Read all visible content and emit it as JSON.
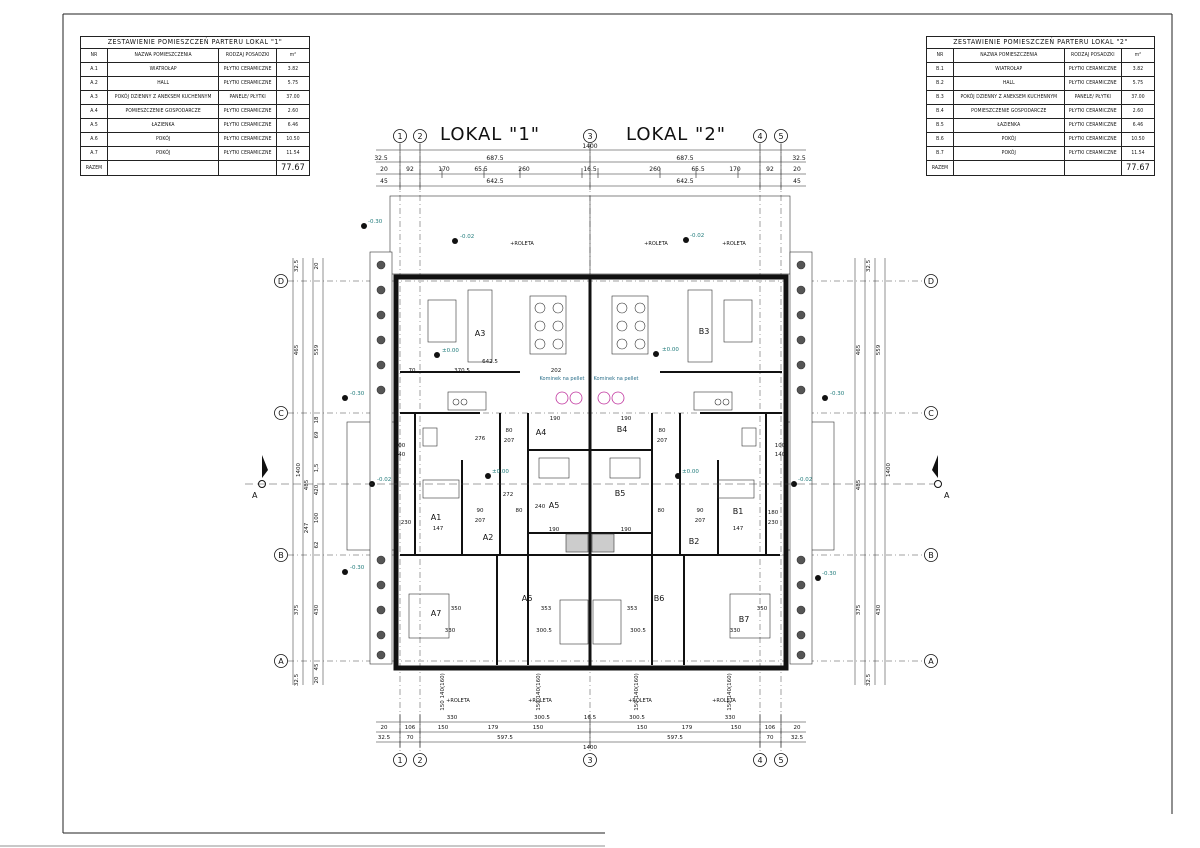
{
  "table1": {
    "title": "ZESTAWIENIE POMIESZCZEŃ PARTERU LOKAL \"1\"",
    "headers": [
      "NR",
      "NAZWA POMIESZCZENIA",
      "RODZAJ POSADZKI",
      "m²"
    ],
    "rows": [
      [
        "A.1",
        "WIATROŁAP",
        "PŁYTKI CERAMICZNE",
        "3.82"
      ],
      [
        "A.2",
        "HALL",
        "PŁYTKI CERAMICZNE",
        "5.75"
      ],
      [
        "A.3",
        "POKÓJ DZIENNY Z ANEKSEM KUCHENNYM",
        "PANELE/ PŁYTKI",
        "37.00"
      ],
      [
        "A.4",
        "POMIESZCZENIE GOSPODARCZE",
        "PŁYTKI CERAMICZNE",
        "2.60"
      ],
      [
        "A.5",
        "ŁAZIENKA",
        "PŁYTKI CERAMICZNE",
        "6.46"
      ],
      [
        "A.6",
        "POKÓJ",
        "PŁYTKI CERAMICZNE",
        "10.50"
      ],
      [
        "A.7",
        "POKÓJ",
        "PŁYTKI CERAMICZNE",
        "11.54"
      ]
    ],
    "total_label": "RAZEM",
    "total": "77.67"
  },
  "table2": {
    "title": "ZESTAWIENIE POMIESZCZEŃ PARTERU LOKAL \"2\"",
    "headers": [
      "NR",
      "NAZWA POMIESZCZENIA",
      "RODZAJ POSADZKI",
      "m²"
    ],
    "rows": [
      [
        "B.1",
        "WIATROŁAP",
        "PŁYTKI CERAMICZNE",
        "3.82"
      ],
      [
        "B.2",
        "HALL",
        "PŁYTKI CERAMICZNE",
        "5.75"
      ],
      [
        "B.3",
        "POKÓJ DZIENNY Z ANEKSEM KUCHENNYM",
        "PANELE/ PŁYTKI",
        "37.00"
      ],
      [
        "B.4",
        "POMIESZCZENIE GOSPODARCZE",
        "PŁYTKI CERAMICZNE",
        "2.60"
      ],
      [
        "B.5",
        "ŁAZIENKA",
        "PŁYTKI CERAMICZNE",
        "6.46"
      ],
      [
        "B.6",
        "POKÓJ",
        "PŁYTKI CERAMICZNE",
        "10.50"
      ],
      [
        "B.7",
        "POKÓJ",
        "PŁYTKI CERAMICZNE",
        "11.54"
      ]
    ],
    "total_label": "RAZEM",
    "total": "77.67"
  },
  "lokal1_label": "LOKAL \"1\"",
  "lokal2_label": "LOKAL \"2\"",
  "axes_vertical": [
    "1",
    "2",
    "3",
    "4",
    "5"
  ],
  "axes_horizontal": [
    "D",
    "C",
    "B",
    "A"
  ],
  "section_marker": "A",
  "dims_top": {
    "overall": "1400",
    "halves": [
      "687.5",
      "687.5"
    ],
    "edge": "32.5",
    "row3": [
      "20",
      "92",
      "170",
      "65.5",
      "260",
      "16.5",
      "260",
      "65.5",
      "170",
      "92",
      "20"
    ],
    "row4": [
      "45",
      "642.5",
      "642.5",
      "45"
    ]
  },
  "dims_bottom": {
    "row1": [
      "150\n140(160)",
      "150\n140(160)",
      "150\n140(160)",
      "150\n140(160)"
    ],
    "roleta": "+ROLETA",
    "row2": [
      "330",
      "300.5",
      "16.5",
      "300.5",
      "330"
    ],
    "row3": [
      "20",
      "106",
      "150",
      "179",
      "150",
      "150",
      "179",
      "150",
      "106",
      "20"
    ],
    "row4": [
      "32.5",
      "70",
      "597.5",
      "597.5",
      "70",
      "32.5"
    ],
    "overall": "1400"
  },
  "dims_side": {
    "left_outer": "1400",
    "right_outer": "1400",
    "values": [
      "32.5",
      "20",
      "465",
      "559",
      "18",
      "69",
      "485",
      "420",
      "1,5",
      "100",
      "247",
      "62",
      "375",
      "430",
      "45",
      "20",
      "32.5"
    ]
  },
  "rooms_lokal1": [
    "A1",
    "A2",
    "A3",
    "A4",
    "A5",
    "A6",
    "A7"
  ],
  "rooms_lokal2": [
    "B1",
    "B2",
    "B3",
    "B4",
    "B5",
    "B6",
    "B7"
  ],
  "level_marks": [
    "-0.30",
    "-0.02",
    "±0.00",
    "±0.00",
    "-0.30",
    "-0.02",
    "±0.00",
    "-0.30",
    "-0.02",
    "±0.00",
    "±0.00",
    "-0.30",
    "-0.02",
    "-0.30",
    "-0.30"
  ],
  "roleta_label": "+ROLETA",
  "boiler_label": "Kominek na pellet",
  "interior_dims": [
    "70",
    "370.5",
    "202",
    "642.5",
    "190",
    "80",
    "207",
    "90",
    "207",
    "100",
    "140",
    "147",
    "80",
    "230",
    "180",
    "190",
    "350",
    "330",
    "353",
    "300.5",
    "240",
    "276",
    "272"
  ]
}
